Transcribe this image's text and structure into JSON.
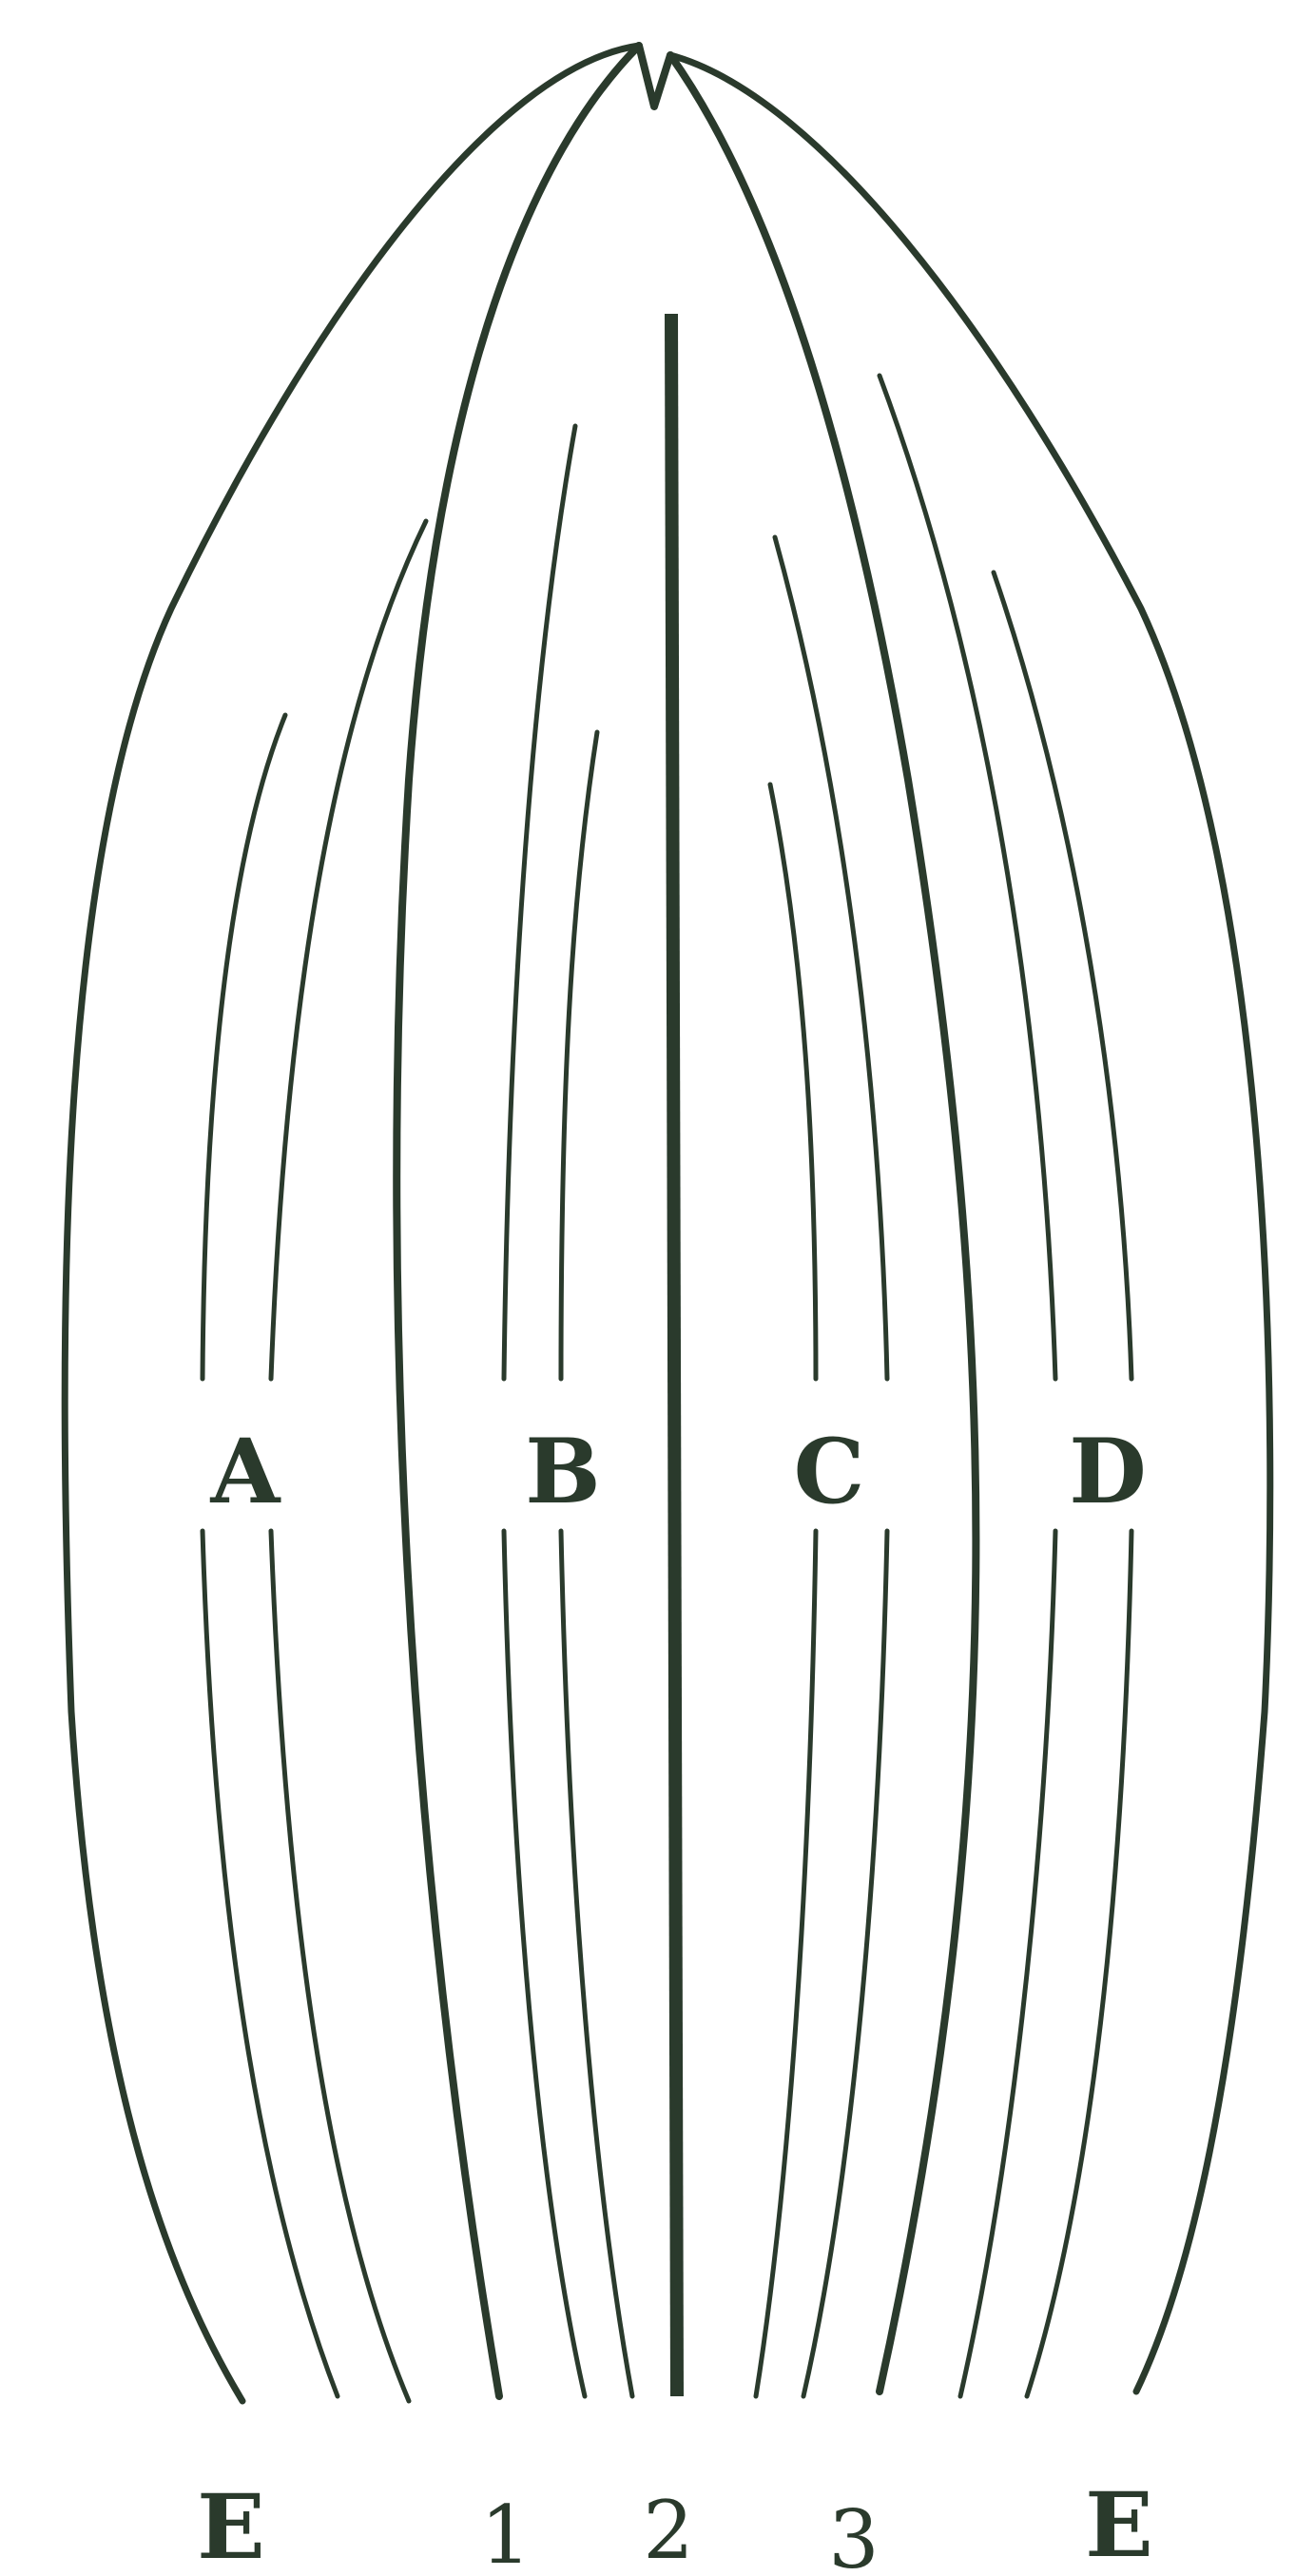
{
  "sector_labels": {
    "a": "A",
    "b": "B",
    "c": "C",
    "d": "D"
  },
  "edge_labels": {
    "left": "E",
    "right": "E"
  },
  "vein_numbers": {
    "one": "1",
    "two": "2",
    "three": "3"
  },
  "colors": {
    "ink": "#2a3a2c",
    "background": "#ffffff"
  }
}
